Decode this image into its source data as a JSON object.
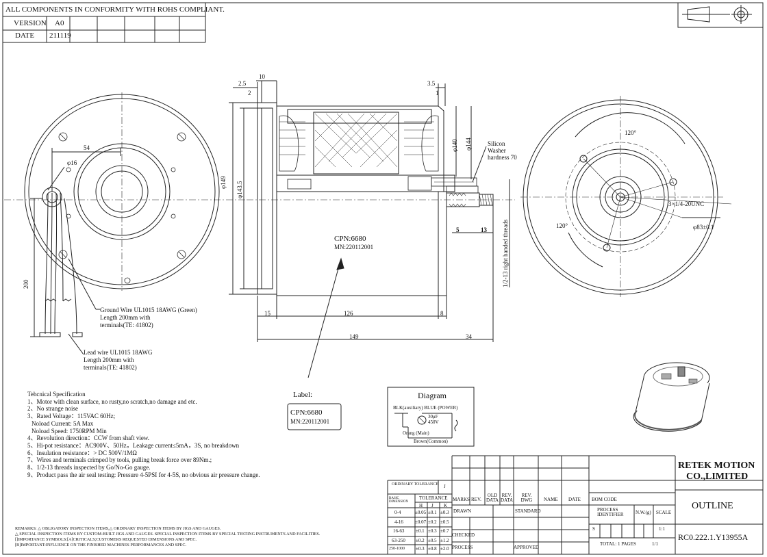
{
  "header": {
    "title": "ALL COMPONENTS IN CONFORMITY WITH ROHS COMPLIANT.",
    "version_label": "VERSION",
    "version_value": "A0",
    "date_label": "DATE",
    "date_value": "211119"
  },
  "dims": {
    "d2_5": "2.5",
    "d2": "2",
    "d10": "10",
    "d3_5": "3.5",
    "d1": "1",
    "d54": "54",
    "phi16": "φ16",
    "phi149": "φ149",
    "phi143_5": "φ143.5",
    "phi140": "φ140",
    "phi144": "φ144",
    "d200": "200",
    "d15": "15",
    "d126": "126",
    "d8": "8",
    "d149": "149",
    "d34": "34",
    "d5": "5",
    "d13": "13",
    "thread_side": "1/2-13 right handed threads",
    "angle1": "120°",
    "angle2": "120°",
    "unc": "3×1/4-20UNC ",
    "phi83": "φ83±0.1"
  },
  "callouts": {
    "silicon1": "Silicon",
    "silicon2": "Washer",
    "silicon3": "hardness 70",
    "ground1": "Ground Wire UL1015 18AWG (Green)",
    "ground2": "Length 200mm with",
    "ground3": "terminals(TE: 41802)",
    "lead1": "Lead wire UL1015 18AWG",
    "lead2": "Length 200mm  with",
    "lead3": "terminals(TE:  41802)",
    "cpn": "CPN:6680",
    "mn": "MN:220112001"
  },
  "label": {
    "title": "Label:",
    "cpn": "CPN:6680",
    "mn": "MN:220112001"
  },
  "diagram": {
    "title": "Diagram",
    "top": "BLK(auxiliary)  BLUE  (POWER)",
    "cap": "30μF",
    "volt": "450V",
    "orange": "Orang  (Main)",
    "brown": "Brown(Common)"
  },
  "spec": {
    "title": "Tehcnical Specification",
    "lines": [
      "1、Motor with clean surface, no rusty,no scratch,no damage and etc.",
      "2、No strange noise",
      "3、Rated Voltage：115VAC 60Hz;",
      "    Noload Current:   5A Max",
      "    Noload Speed: 1750RPM Min",
      "4、Revolution direction：CCW from shaft view.",
      "5、Hi-pot resistance：AC900V、50Hz，Leakage current≤5mA，3S, no breakdown",
      "6、Insulation resistance：> DC 500V/1MΩ",
      "7、Wires and terminals crimped by tools, pulling break force over 89Nm.;",
      "8、1/2-13 threads inspected by Go/No-Go gauge.",
      "9、Product pass the air seal testing: Pressure 4-5PSI for 4-5S, no obvious air pressure change."
    ]
  },
  "remarks": {
    "line1": "REMARKS:  △ OBLIGATORY INSPECTION ITEMS,△  ORDINARY INSPECTION ITEMS BY JIGS AND GAUGES.",
    "line2": "△ SPECIAL INSPECTION ITEMS BY CUSTOM-BUILT JIGS AND GAUGES.    SPECIAL INSPECTION ITEMS BY SPECIAL TESTING INSTRUMENTS AND FACILITIES.",
    "line3": "[]IMPORTANCE SYMBOLS:[A]CRITICALS;CUSTOMERS REQUESTED DIMENSIONS AND SPEC.",
    "line4": "[B]IMPORTANT:INFLUENCE ON THE FINISHED MACHINES PERFORMANCES AND SPEC."
  },
  "tolerance": {
    "ordinary": "ORDINARY TOLERANCE",
    "grade": "J",
    "basic": "BASIC DIMENSION",
    "tol": "TOLERANCE",
    "h": "H",
    "j": "J",
    "k": "K",
    "rows": [
      [
        "0-4",
        "±0.05",
        "±0.1",
        "±0.3"
      ],
      [
        "4-16",
        "±0.07",
        "±0.2",
        "±0.5"
      ],
      [
        "16-63",
        "±0.1",
        "±0.3",
        "±0.7"
      ],
      [
        "63-250",
        "±0.2",
        "±0.5",
        "±1.2"
      ],
      [
        "250-1000",
        "±0.3",
        "±0.8",
        "±2.0"
      ]
    ]
  },
  "titleblock": {
    "marks": "MARKS",
    "rev": "REV.",
    "old": "OLD DATA",
    "revdata": "REV. DATA",
    "revdwg": "REV. DWG",
    "name": "NAME",
    "date": "DATE",
    "drawn": "DRAWN",
    "standard": "STANDARD",
    "checked": "CHECKED",
    "process": "PROCESS",
    "approved": "APPROVED",
    "bom": "BOM CODE",
    "proc_id": "PROCESS IDENTIFIER",
    "nw": "N.W.(g)",
    "scale": "SCALE",
    "s": "S",
    "scale_val": "1:1",
    "total": "TOTAL: 1 PAGES",
    "page": "1/1",
    "company1": "RETEK MOTION",
    "company2": "CO.,LIMITED",
    "outline": "OUTLINE",
    "part": "RC0.222.1.Y13955A"
  }
}
